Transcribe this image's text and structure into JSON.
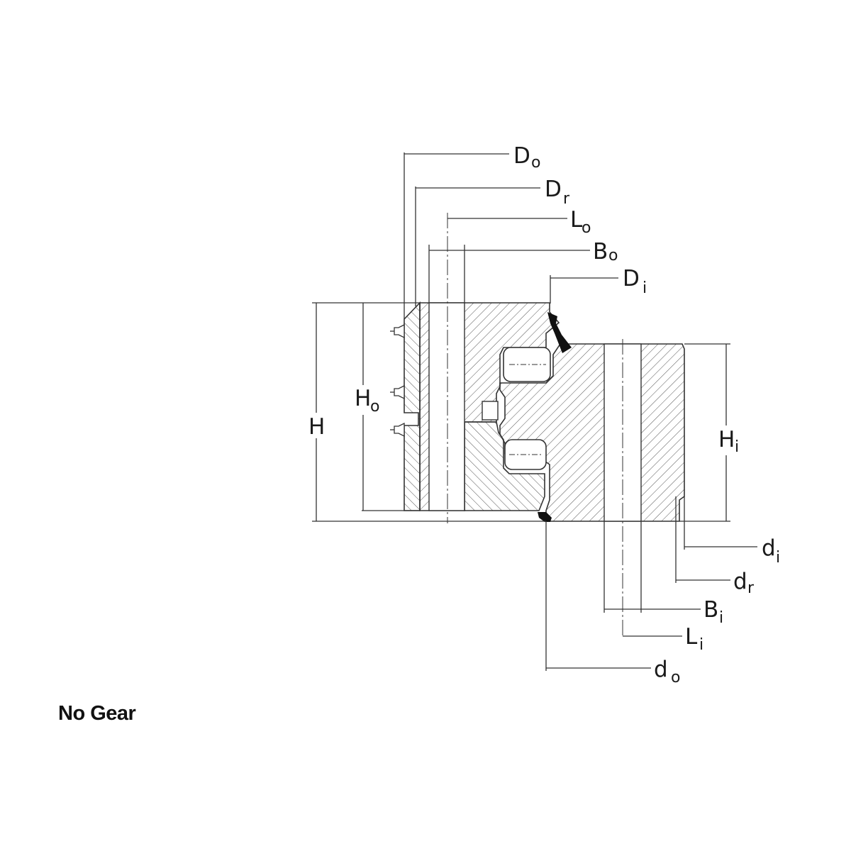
{
  "caption": "No Gear",
  "labels": {
    "D_o": {
      "main": "D",
      "sub": "o"
    },
    "D_r": {
      "main": "D",
      "sub": "r"
    },
    "L_o": {
      "main": "L",
      "sub": "o"
    },
    "B_o": {
      "main": "B",
      "sub": "o"
    },
    "D_i": {
      "main": "D",
      "sub": "i"
    },
    "H": {
      "main": "H"
    },
    "H_o": {
      "main": "H",
      "sub": "o"
    },
    "H_i": {
      "main": "H",
      "sub": "i"
    },
    "d_i": {
      "main": "d",
      "sub": "i"
    },
    "d_r": {
      "main": "d",
      "sub": "r"
    },
    "B_i": {
      "main": "B",
      "sub": "i"
    },
    "L_i": {
      "main": "L",
      "sub": "i"
    },
    "d_o": {
      "main": "d",
      "sub": "o"
    }
  },
  "colors": {
    "line": "#333333",
    "hatch": "#555555",
    "background": "#ffffff"
  }
}
